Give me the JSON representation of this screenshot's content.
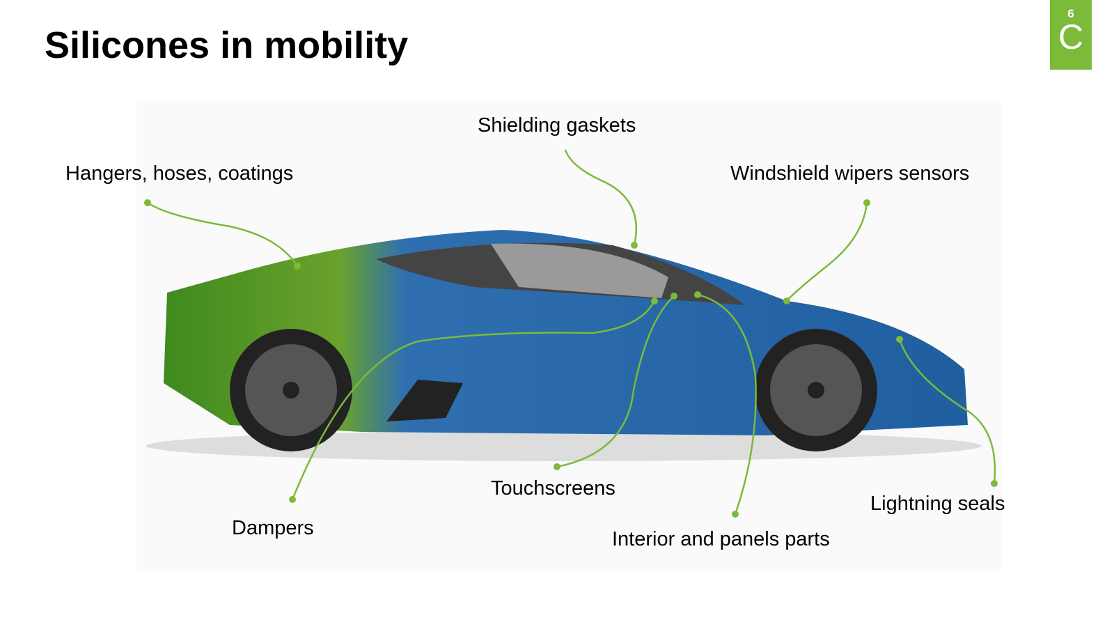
{
  "title": "Silicones in mobility",
  "logo": {
    "number": "6",
    "symbol": "C"
  },
  "accent": "#7cba3a",
  "callouts": {
    "hangers": "Hangers, hoses, coatings",
    "shielding": "Shielding gaskets",
    "windshield": "Windshield wipers sensors",
    "touchscreens": "Touchscreens",
    "dampers": "Dampers",
    "interior": "Interior and panels parts",
    "lightning": "Lightning seals"
  }
}
